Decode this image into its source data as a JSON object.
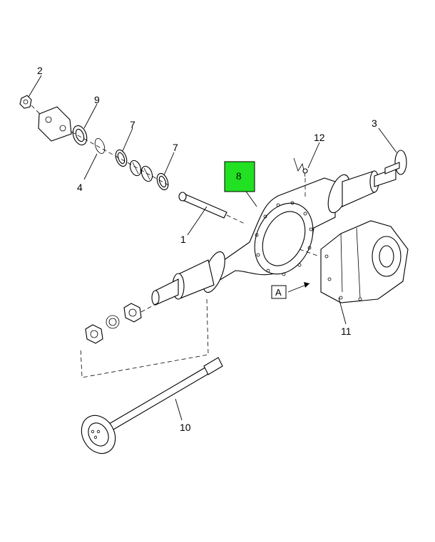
{
  "callouts": {
    "c1": "1",
    "c2": "2",
    "c3": "3",
    "c4": "4",
    "c7a": "7",
    "c7b": "7",
    "c8": "8",
    "c9": "9",
    "c10": "10",
    "c11": "11",
    "c12": "12"
  },
  "view_label": "A",
  "colors": {
    "highlight": "#22e022",
    "line": "#000000",
    "background": "#ffffff"
  }
}
